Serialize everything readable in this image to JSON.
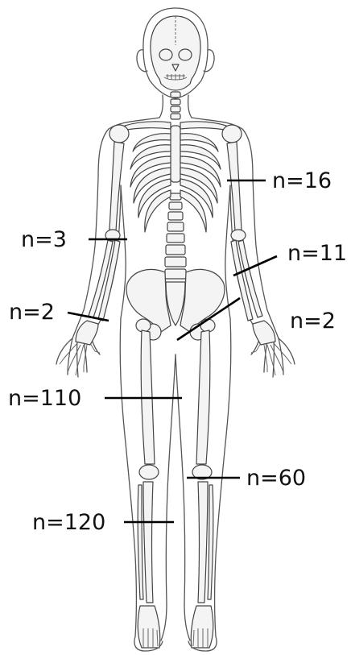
{
  "figure": {
    "annotations": [
      {
        "id": "upper-arm-right",
        "text": "n=16"
      },
      {
        "id": "upper-arm-left",
        "text": "n=3"
      },
      {
        "id": "forearm-right",
        "text": "n=11"
      },
      {
        "id": "hand-left",
        "text": "n=2"
      },
      {
        "id": "hand-right",
        "text": "n=2"
      },
      {
        "id": "pelvis-femur",
        "text": "n=110"
      },
      {
        "id": "knee",
        "text": "n=60"
      },
      {
        "id": "lower-leg",
        "text": "n=120"
      }
    ]
  }
}
